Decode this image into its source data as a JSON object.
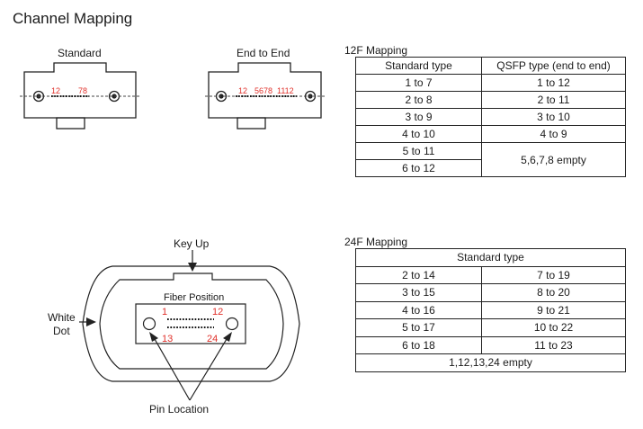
{
  "page_title": "Channel Mapping",
  "connectors": {
    "standard": {
      "label": "Standard",
      "pin_left": "12",
      "pin_right": "78"
    },
    "end_to_end": {
      "label": "End to End",
      "pins": [
        "12",
        "5678",
        "1112"
      ]
    }
  },
  "table_12f": {
    "title": "12F Mapping",
    "headers": [
      "Standard type",
      "QSFP type (end to end)"
    ],
    "rows": [
      [
        "1 to 7",
        "1 to 12"
      ],
      [
        "2 to 8",
        "2 to 11"
      ],
      [
        "3 to 9",
        "3 to 10"
      ],
      [
        "4 to 10",
        "4 to 9"
      ]
    ],
    "rows_merged": [
      "5 to 11",
      "6 to 12"
    ],
    "merged_note": "5,6,7,8 empty"
  },
  "mpo_diagram": {
    "key_up": "Key Up",
    "fiber_position": "Fiber Position",
    "white_dot_1": "White",
    "white_dot_2": "Dot",
    "pin_location": "Pin Location",
    "fibers": {
      "top_left": "1",
      "top_right": "12",
      "bottom_left": "13",
      "bottom_right": "24"
    },
    "colors": {
      "fiber_numbers": "#e0302a"
    }
  },
  "table_24f": {
    "title": "24F Mapping",
    "header": "Standard type",
    "rows": [
      [
        "2 to 14",
        "7 to 19"
      ],
      [
        "3 to 15",
        "8 to 20"
      ],
      [
        "4 to 16",
        "9 to 21"
      ],
      [
        "5 to 17",
        "10 to 22"
      ],
      [
        "6 to 18",
        "11 to 23"
      ]
    ],
    "footer": "1,12,13,24 empty"
  }
}
